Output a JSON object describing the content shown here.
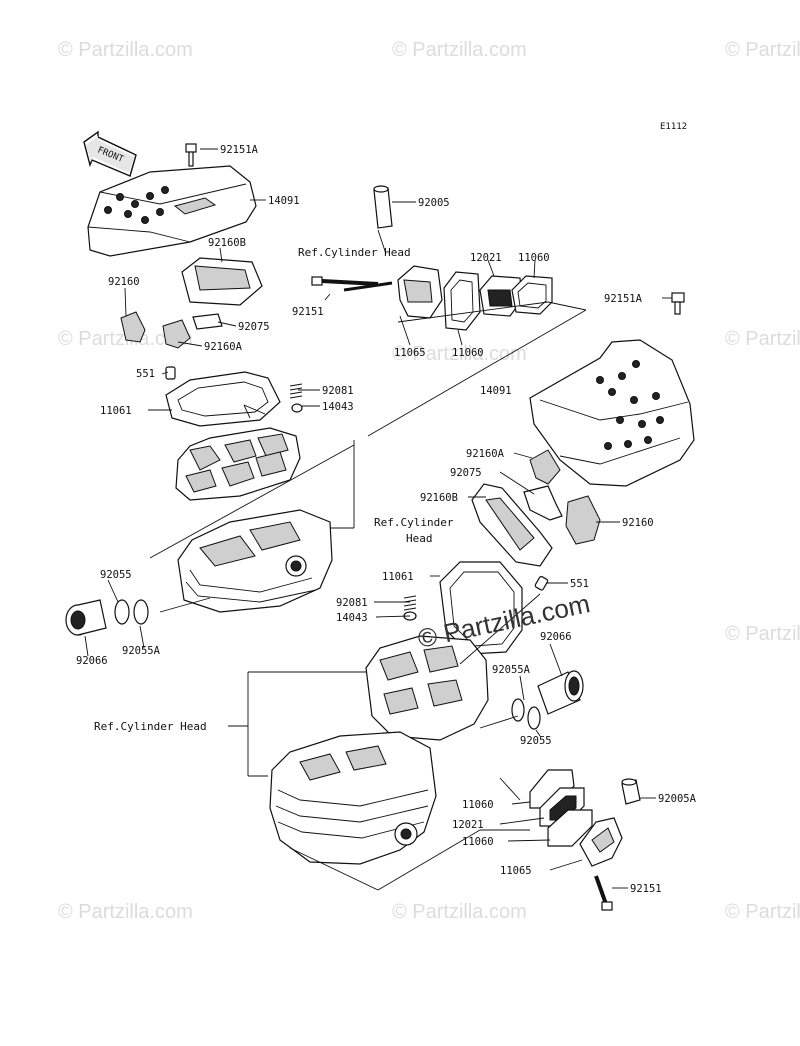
{
  "diagram_code": "E1112",
  "front_label": "FRONT",
  "watermark": "© Partzilla.com",
  "watermark_center": "© Partzilla.com",
  "labels": {
    "p92151A_top": "92151A",
    "p14091_top": "14091",
    "p92005": "92005",
    "p92160B_top": "92160B",
    "ref_head_top": "Ref.Cylinder Head",
    "p12021_top": "12021",
    "p11060_top": "11060",
    "p92160_left": "92160",
    "p92151_top": "92151",
    "p92075_left": "92075",
    "p92160A_left": "92160A",
    "p11065_top": "11065",
    "p11060_mid": "11060",
    "p92151A_right": "92151A",
    "p551_left": "551",
    "p92081_top": "92081",
    "p14091_right": "14091",
    "p14043_top": "14043",
    "p11061_left": "11061",
    "p92160A_right": "92160A",
    "p92075_right": "92075",
    "p92160B_right": "92160B",
    "p92160_right": "92160",
    "ref_head_mid_1": "Ref.Cylinder",
    "ref_head_mid_2": "Head",
    "p92055_left": "92055",
    "p11061_right": "11061",
    "p551_right": "551",
    "p92081_bottom": "92081",
    "p14043_bottom": "14043",
    "p92066_right": "92066",
    "p92066_left": "92066",
    "p92055A_left": "92055A",
    "p92055A_right": "92055A",
    "ref_head_bottom": "Ref.Cylinder Head",
    "p92055_right": "92055",
    "p92005A": "92005A",
    "p11060_bottom1": "11060",
    "p12021_bottom": "12021",
    "p11060_bottom2": "11060",
    "p11065_bottom": "11065",
    "p92151_bottom": "92151"
  }
}
